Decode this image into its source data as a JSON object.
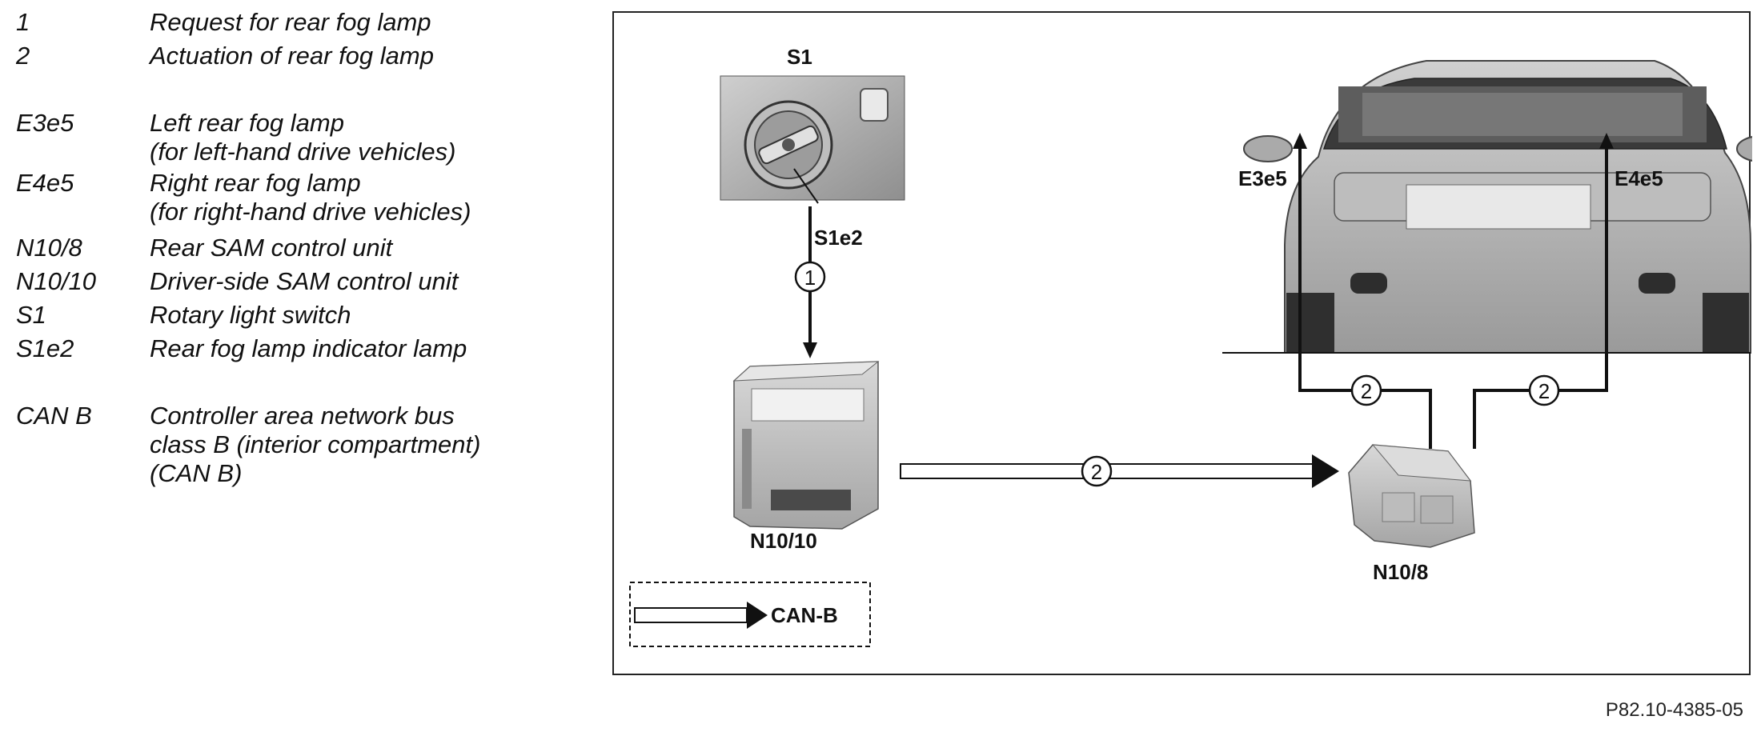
{
  "legend": [
    {
      "code": "1",
      "lines": [
        "Request for rear fog lamp"
      ]
    },
    {
      "code": "2",
      "lines": [
        "Actuation of rear fog lamp"
      ]
    },
    {
      "code": "E3e5",
      "lines": [
        "Left rear fog lamp",
        "(for left-hand drive vehicles)"
      ]
    },
    {
      "code": "E4e5",
      "lines": [
        "Right rear fog lamp",
        "(for right-hand drive vehicles)"
      ]
    },
    {
      "code": "N10/8",
      "lines": [
        "Rear SAM control unit"
      ]
    },
    {
      "code": "N10/10",
      "lines": [
        "Driver-side SAM control unit"
      ]
    },
    {
      "code": "S1",
      "lines": [
        "Rotary light switch"
      ]
    },
    {
      "code": "S1e2",
      "lines": [
        "Rear fog lamp indicator lamp"
      ]
    },
    {
      "code": "CAN B",
      "lines": [
        "Controller area network bus",
        "class B (interior compartment)",
        "(CAN B)"
      ]
    }
  ],
  "diagram": {
    "labels": {
      "s1": "S1",
      "s1e2": "S1e2",
      "n10_10": "N10/10",
      "n10_8": "N10/8",
      "e3e5": "E3e5",
      "e4e5": "E4e5",
      "can_b": "CAN-B"
    },
    "step_markers": {
      "request": "1",
      "actuation_bus": "2",
      "actuation_left": "2",
      "actuation_right": "2"
    }
  },
  "footer": {
    "reference": "P82.10-4385-05"
  }
}
